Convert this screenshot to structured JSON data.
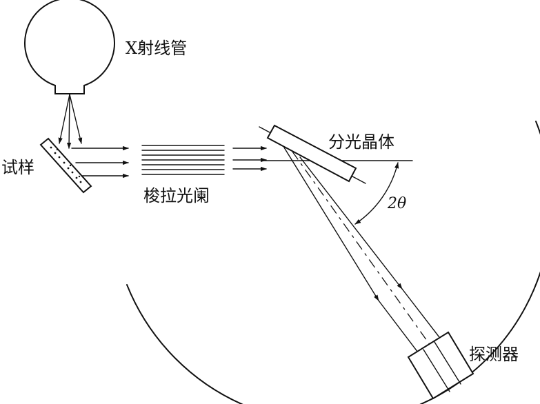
{
  "labels": {
    "tube": "X射线管",
    "sample": "试样",
    "collimator": "梭拉光阑",
    "crystal": "分光晶体",
    "angle": "2θ",
    "detector": "探测器"
  },
  "colors": {
    "line": "#111111",
    "background": "#ffffff"
  }
}
